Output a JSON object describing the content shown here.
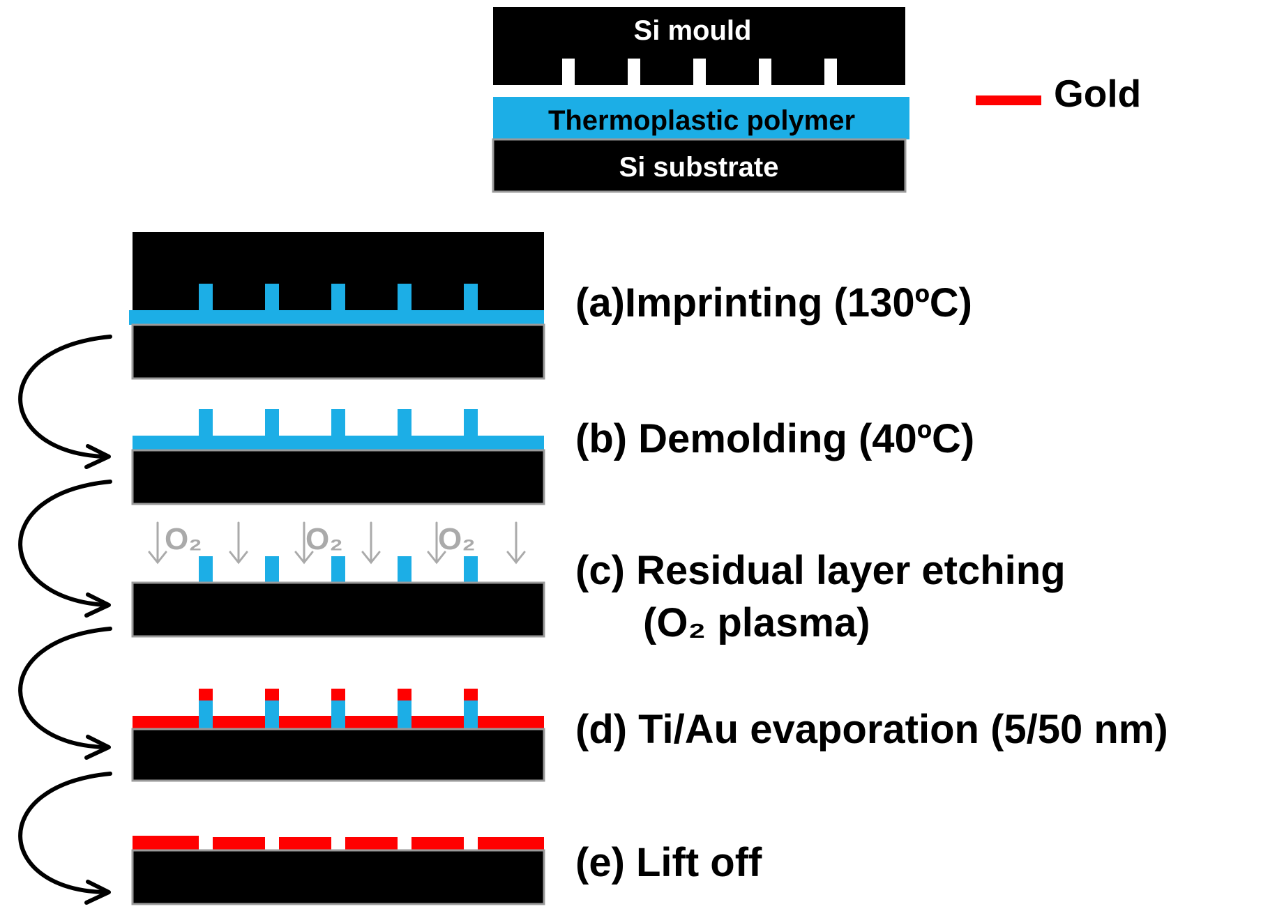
{
  "legend": {
    "mould_label": "Si mould",
    "polymer_label": "Thermoplastic polymer",
    "substrate_label": "Si substrate",
    "gold_label": "Gold"
  },
  "steps": [
    {
      "id": "a",
      "label": "(a)Imprinting (130ºC)"
    },
    {
      "id": "b",
      "label": "(b) Demolding (40ºC)"
    },
    {
      "id": "c",
      "label": "(c) Residual layer etching",
      "label_line2": "(O₂ plasma)",
      "plasma_label": "O₂"
    },
    {
      "id": "d",
      "label": "(d) Ti/Au evaporation (5/50 nm)"
    },
    {
      "id": "e",
      "label": "(e) Lift off"
    }
  ],
  "colors": {
    "silicon": "#000000",
    "polymer": "#1CAEE6",
    "gold": "#FF0000",
    "plasma_arrow": "#AAAAAA",
    "flow_arrow": "#000000"
  }
}
